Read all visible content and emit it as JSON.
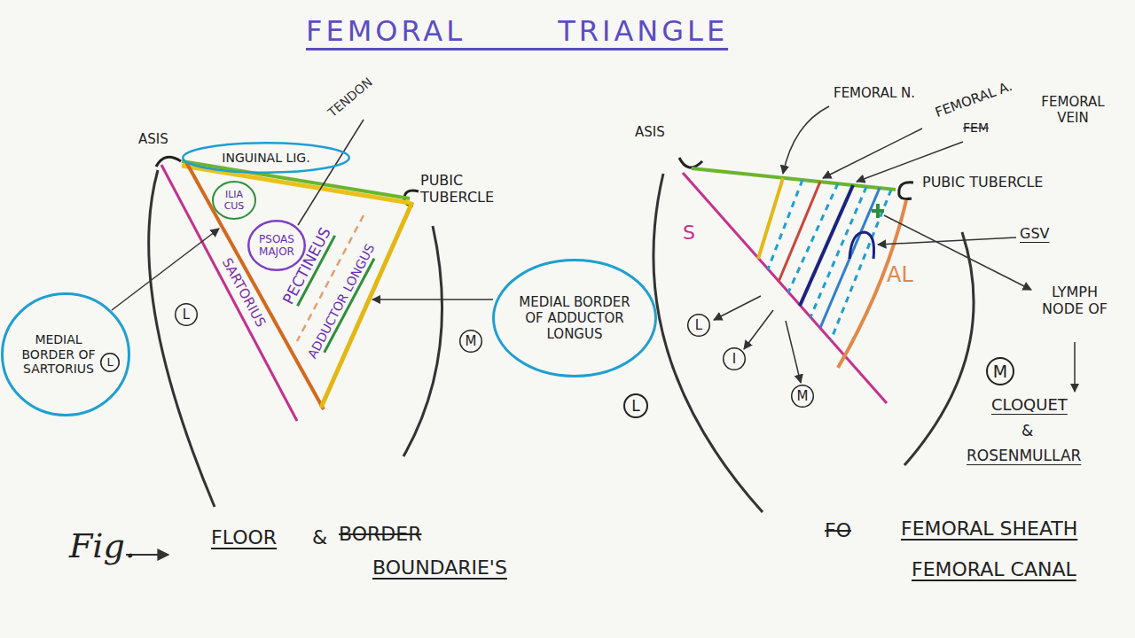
{
  "diagram": {
    "title": "FEMORAL TRIANGLE",
    "nodes": [
      {
        "text": [
          "INGUINAL LIG."
        ]
      },
      {
        "text": [
          "ILIA CUS"
        ]
      },
      {
        "text": [
          "PSOAS MAJOR"
        ]
      },
      {
        "text": [
          "MEDIAL BORDER OF SARTORIUS"
        ]
      },
      {
        "text": [
          "L"
        ],
        "in": 3
      },
      {
        "text": [
          "L"
        ]
      },
      {
        "text": [
          "MEDIAL BORDER OF ADDUCTOR LONGUS"
        ]
      },
      {
        "text": [
          "M"
        ]
      },
      {
        "text": [
          "L"
        ]
      },
      {
        "text": [
          "I"
        ]
      },
      {
        "text": [
          "M"
        ]
      },
      {
        "text": [
          "L"
        ]
      },
      {
        "text": [
          "M"
        ]
      }
    ],
    "labels": [
      "TENDON",
      "ASIS",
      "PUBIC TUBERCLE",
      "SARTORIUS",
      "PECTINEUS",
      "ADDUCTOR LONGUS",
      "FEMORAL N.",
      "FEMORAL A.",
      "FEM",
      "FEMORAL VEIN",
      "ASIS",
      "PUBIC TUBERCLE",
      "S",
      "AL",
      "GSV",
      "LYMPH NODE OF",
      "CLOQUET",
      "&",
      "ROSENMULLAR",
      "Fig.",
      "FLOOR",
      "&",
      "BORDER",
      "BOUNDARIE'S",
      "FO",
      "FEMORAL SHEATH",
      "FEMORAL CANAL"
    ]
  }
}
